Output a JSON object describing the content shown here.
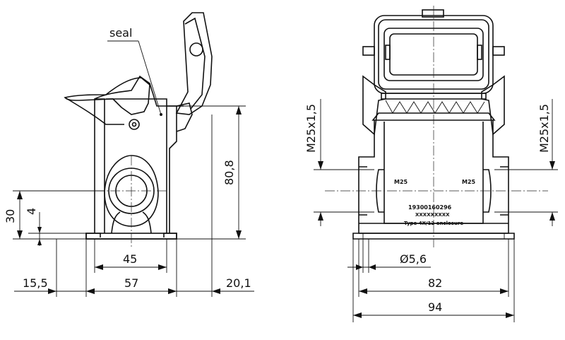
{
  "labels": {
    "seal": "seal",
    "thread_left": "M25x1,5",
    "thread_right": "M25x1,5",
    "m25_left": "M25",
    "m25_right": "M25",
    "part_number": "19300160296",
    "serial": "XXXXXXXXX",
    "enclosure": "Type 4X/12 enclosure"
  },
  "dimensions": {
    "height": "80,8",
    "d30": "30",
    "d4": "4",
    "d45": "45",
    "d57": "57",
    "d15_5": "15,5",
    "d20_1": "20,1",
    "hole": "Ø5,6",
    "d82": "82",
    "d94": "94"
  }
}
